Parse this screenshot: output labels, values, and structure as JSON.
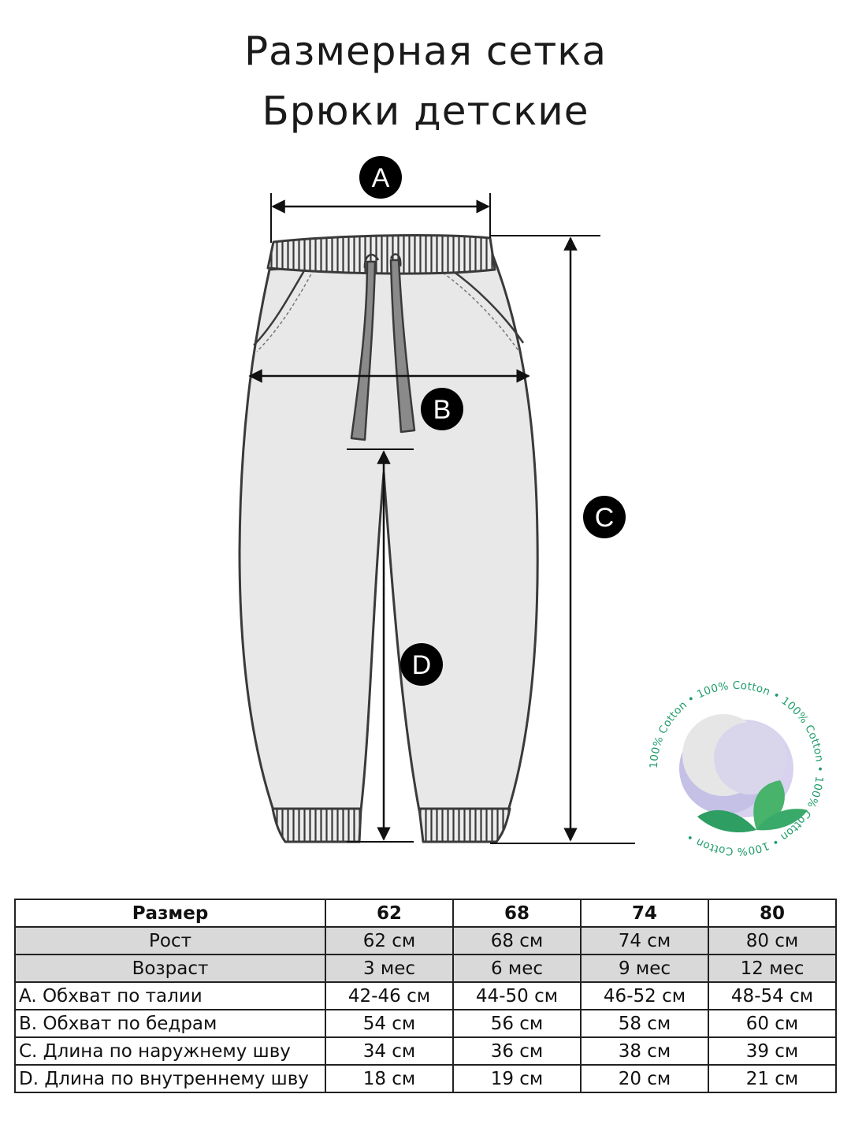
{
  "title": {
    "line1": "Размерная сетка",
    "line2": "Брюки детские"
  },
  "markers": {
    "a": "A",
    "b": "B",
    "c": "C",
    "d": "D"
  },
  "badge": {
    "text": "100% Cotton • 100% Cotton • 100% Cotton • 100% Cotton • 100% Cotton •",
    "color": "#1f9d6a",
    "icon": "cotton-boll-icon"
  },
  "colors": {
    "pants_fill": "#e8e8e8",
    "outline": "#3a3a3a",
    "drawstring": "#8a8a8a",
    "table_shade": "#d9d9d9"
  },
  "table": {
    "header": [
      "Размер",
      "62",
      "68",
      "74",
      "80"
    ],
    "rows": [
      {
        "label": "Рост",
        "values": [
          "62 см",
          "68 см",
          "74 см",
          "80 см"
        ],
        "shaded": true,
        "align": "center"
      },
      {
        "label": "Возраст",
        "values": [
          "3 мес",
          "6 мес",
          "9 мес",
          "12 мес"
        ],
        "shaded": true,
        "align": "center"
      },
      {
        "label": "A. Обхват по талии",
        "values": [
          "42-46 см",
          "44-50 см",
          "46-52 см",
          "48-54 см"
        ],
        "shaded": false,
        "align": "left"
      },
      {
        "label": "B. Обхват по бедрам",
        "values": [
          "54 см",
          "56 см",
          "58 см",
          "60 см"
        ],
        "shaded": false,
        "align": "left"
      },
      {
        "label": "C. Длина по наружнему шву",
        "values": [
          "34 см",
          "36 см",
          "38 см",
          "39 см"
        ],
        "shaded": false,
        "align": "left"
      },
      {
        "label": "D. Длина по внутреннему шву",
        "values": [
          "18 см",
          "19 см",
          "20 см",
          "21 см"
        ],
        "shaded": false,
        "align": "left"
      }
    ]
  }
}
